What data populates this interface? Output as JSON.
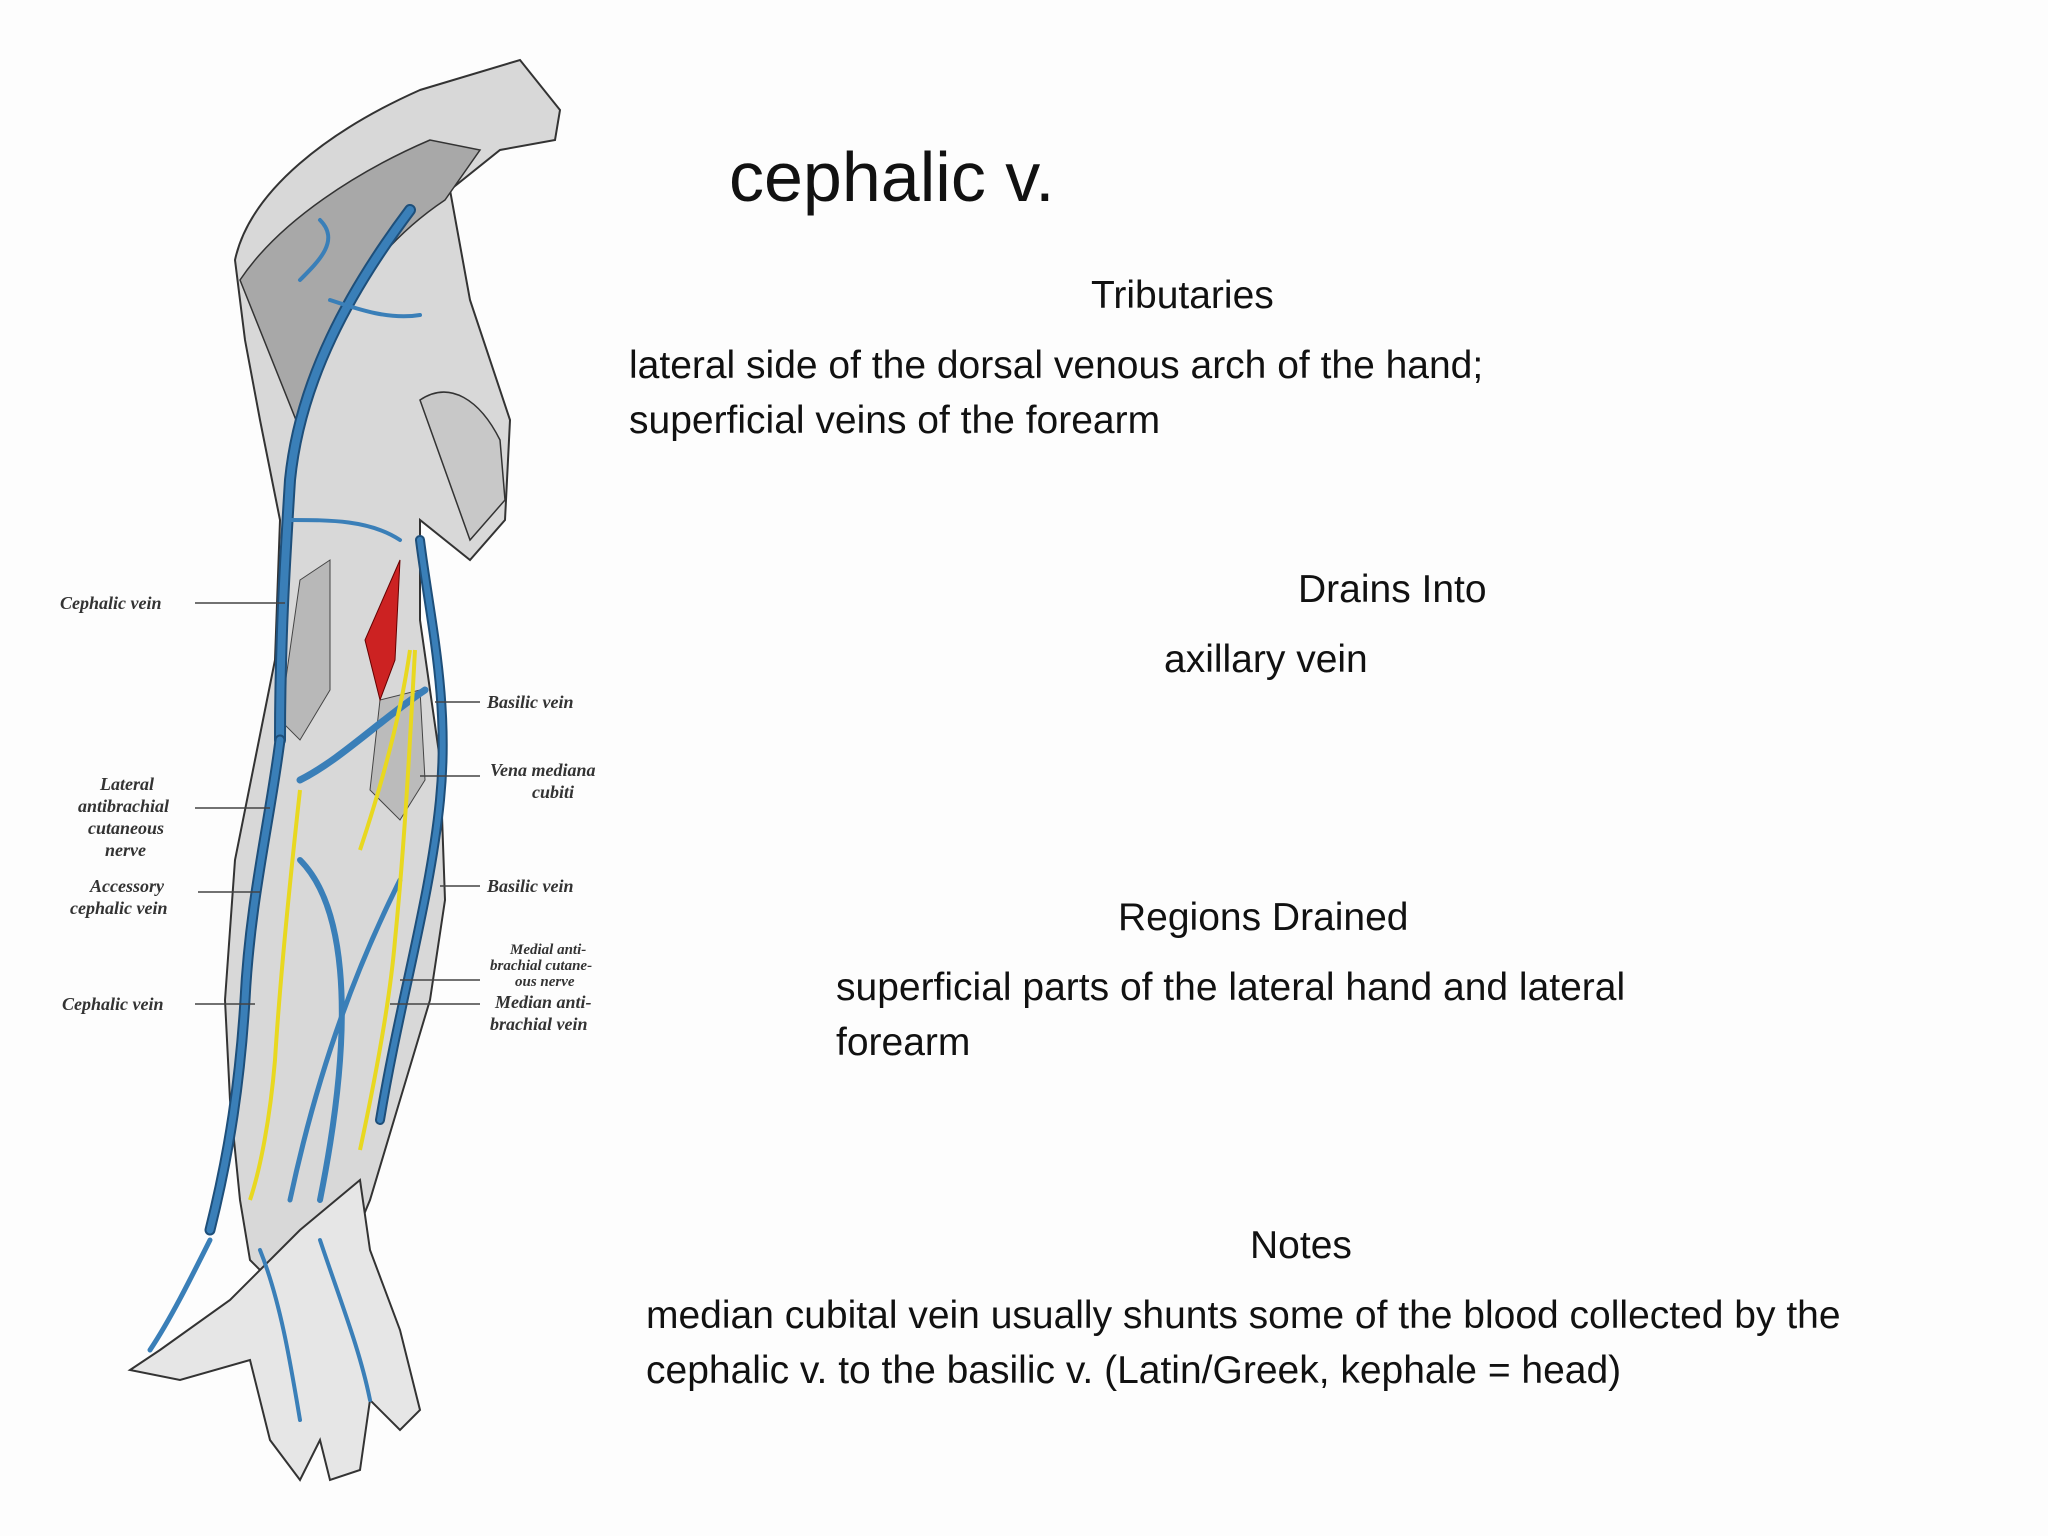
{
  "title": "cephalic v.",
  "sections": {
    "tributaries": {
      "heading": "Tributaries",
      "lines": [
        "lateral side of the dorsal venous arch of the hand;",
        "superficial veins of the forearm"
      ]
    },
    "drains_into": {
      "heading": "Drains Into",
      "lines": [
        "axillary vein"
      ]
    },
    "regions_drained": {
      "heading": "Regions Drained",
      "lines": [
        "superficial parts of the lateral hand and lateral",
        "forearm"
      ]
    },
    "notes": {
      "heading": "Notes",
      "lines": [
        "median cubital vein usually shunts some of the blood collected by the",
        "cephalic v. to the basilic v. (Latin/Greek, kephale = head)"
      ]
    }
  },
  "illustration": {
    "labels_left": {
      "cephalic_vein_upper": "Cephalic vein",
      "lateral_antibrachial": [
        "Lateral",
        "antibrachial",
        "cutaneous",
        "nerve"
      ],
      "accessory_cephalic": [
        "Accessory",
        "cephalic vein"
      ],
      "cephalic_vein_lower": "Cephalic vein"
    },
    "labels_right": {
      "basilic_vein_upper": "Basilic vein",
      "vena_mediana": [
        "Vena mediana",
        "cubiti"
      ],
      "basilic_vein_lower": "Basilic vein",
      "medial_antibrachial": [
        "Medial anti-",
        "brachial cutane-",
        "ous nerve"
      ],
      "median_antibrachial_vein": [
        "Median anti-",
        "brachial vein"
      ]
    },
    "colors": {
      "vein": "#3a7fb8",
      "nerve": "#e8d820",
      "artery": "#cc2222",
      "muscle": "#9a9a9a"
    }
  }
}
